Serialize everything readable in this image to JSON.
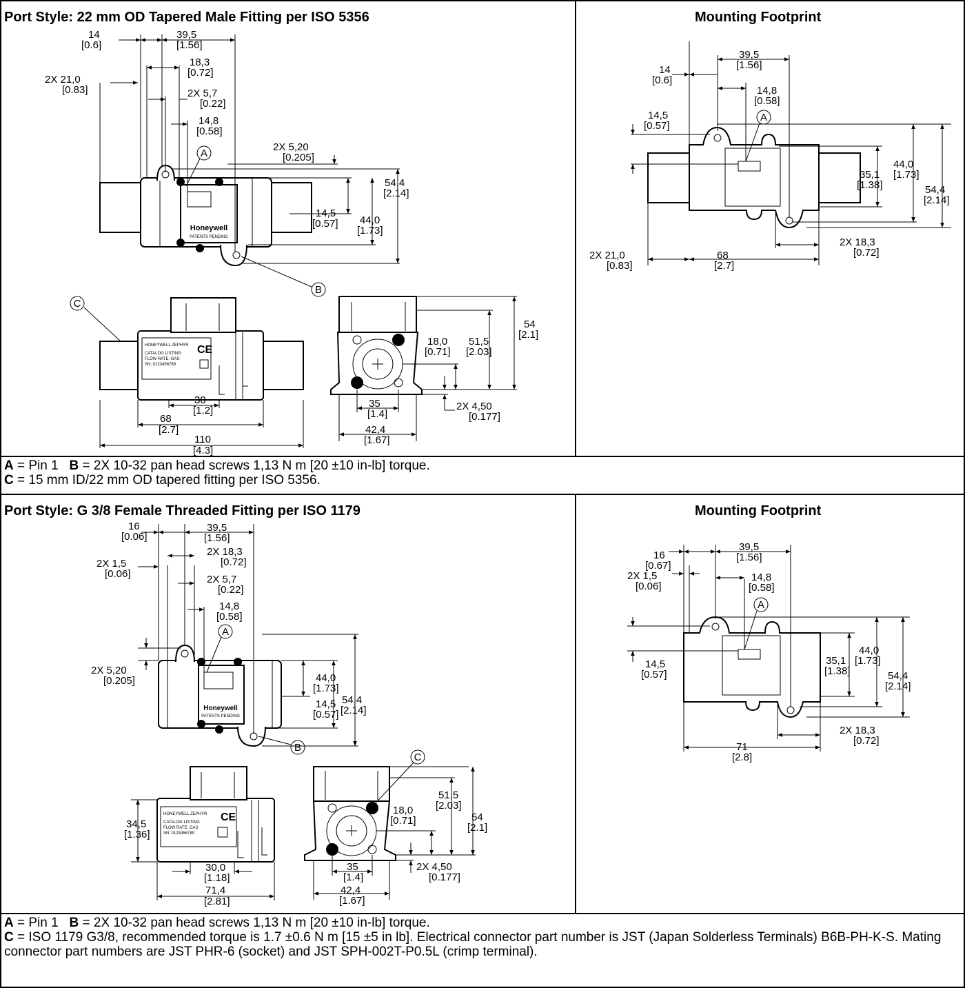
{
  "section1": {
    "title": "Port Style: 22 mm OD Tapered Male Fitting per ISO 5356",
    "footprint_title": "Mounting Footprint",
    "note_line1": {
      "a_key": "A",
      "a_text": " = Pin 1",
      "b_key": "B",
      "b_text": " = 2X 10-32 pan head screws 1,13 N m [20 ±10 in-lb] torque."
    },
    "note_line2": {
      "c_key": "C",
      "c_text": " = 15 mm ID/22 mm OD tapered fitting per ISO 5356."
    },
    "top_view": {
      "d1": "14",
      "d1b": "[0.6]",
      "d2": "39,5",
      "d2b": "[1.56]",
      "d3": "18,3",
      "d3b": "[0.72]",
      "d4": "2X 21,0",
      "d4b": "[0.83]",
      "d5": "2X 5,7",
      "d5b": "[0.22]",
      "d6": "14,8",
      "d6b": "[0.58]",
      "d7": "2X 5,20",
      "d7b": "[0.205]",
      "d8": "14,5",
      "d8b": "[0.57]",
      "d9": "44,0",
      "d9b": "[1.73]",
      "d10": "54,4",
      "d10b": "[2.14]",
      "callout_a": "A",
      "callout_b": "B",
      "brand": "Honeywell",
      "brand_sub": "PATENTS PENDING"
    },
    "side_view": {
      "callout_c": "C",
      "d1": "30",
      "d1b": "[1.2]",
      "d2": "68",
      "d2b": "[2.7]",
      "d3": "110",
      "d3b": "[4.3]",
      "label1": "HONEYWELL ZEPHYR",
      "label2": "CATALOG LISTING",
      "label3": "FLOW RATE: GAS",
      "label4": "SN: 0123456789",
      "ce": "CE"
    },
    "end_view": {
      "d1": "18,0",
      "d1b": "[0.71]",
      "d2": "51,5",
      "d2b": "[2.03]",
      "d3": "54",
      "d3b": "[2.1]",
      "d4": "35",
      "d4b": "[1.4]",
      "d5": "2X 4,50",
      "d5b": "[0.177]",
      "d6": "42,4",
      "d6b": "[1.67]"
    },
    "footprint": {
      "d1": "14",
      "d1b": "[0.6]",
      "d2": "39,5",
      "d2b": "[1.56]",
      "d3": "14,8",
      "d3b": "[0.58]",
      "d4": "14,5",
      "d4b": "[0.57]",
      "d5": "35,1",
      "d5b": "[1.38]",
      "d6": "44,0",
      "d6b": "[1.73]",
      "d7": "54,4",
      "d7b": "[2.14]",
      "d8": "2X 21,0",
      "d8b": "[0.83]",
      "d9": "68",
      "d9b": "[2.7]",
      "d10": "2X 18,3",
      "d10b": "[0.72]",
      "callout_a": "A"
    }
  },
  "section2": {
    "title": "Port Style: G 3/8 Female Threaded Fitting per ISO 1179",
    "footprint_title": "Mounting Footprint",
    "note_line1": {
      "a_key": "A",
      "a_text": " = Pin 1",
      "b_key": "B",
      "b_text": " = 2X 10-32 pan head screws 1,13 N m [20 ±10 in-lb] torque."
    },
    "note_line2": {
      "c_key": "C",
      "c_text": " = ISO 1179 G3/8, recommended torque is 1.7 ±0.6 N m [15 ±5 in lb]. Electrical connector part number is JST (Japan Solderless Terminals) B6B-PH-K-S. Mating connector part numbers are JST PHR-6 (socket) and JST SPH-002T-P0.5L (crimp terminal)."
    },
    "top_view": {
      "d1": "16",
      "d1b": "[0.06]",
      "d2": "39,5",
      "d2b": "[1.56]",
      "d3": "2X 18,3",
      "d3b": "[0.72]",
      "d4": "2X 1,5",
      "d4b": "[0.06]",
      "d5": "2X 5,7",
      "d5b": "[0.22]",
      "d6": "14,8",
      "d6b": "[0.58]",
      "d7": "2X 5,20",
      "d7b": "[0.205]",
      "d8": "14,5",
      "d8b": "[0.57]",
      "d9": "44,0",
      "d9b": "[1.73]",
      "d10": "54,4",
      "d10b": "[2.14]",
      "callout_a": "A",
      "callout_b": "B",
      "brand": "Honeywell",
      "brand_sub": "PATENTS PENDING"
    },
    "side_view": {
      "d1": "34,5",
      "d1b": "[1.36]",
      "d2": "30,0",
      "d2b": "[1.18]",
      "d3": "71,4",
      "d3b": "[2.81]",
      "label1": "HONEYWELL ZEPHYR",
      "label2": "CATALOG LISTING",
      "label3": "FLOW RATE: GAS",
      "label4": "SN: 0123456789",
      "ce": "CE"
    },
    "end_view": {
      "callout_c": "C",
      "d1": "18,0",
      "d1b": "[0.71]",
      "d2": "51,5",
      "d2b": "[2.03]",
      "d3": "54",
      "d3b": "[2.1]",
      "d4": "35",
      "d4b": "[1.4]",
      "d5": "2X 4,50",
      "d5b": "[0.177]",
      "d6": "42,4",
      "d6b": "[1.67]"
    },
    "footprint": {
      "d1": "16",
      "d1b": "[0.67]",
      "d2": "39,5",
      "d2b": "[1.56]",
      "d3": "2X 1,5",
      "d3b": "[0.06]",
      "d4": "14,8",
      "d4b": "[0.58]",
      "d5": "14,5",
      "d5b": "[0.57]",
      "d6": "35,1",
      "d6b": "[1.38]",
      "d7": "44,0",
      "d7b": "[1.73]",
      "d8": "54,4",
      "d8b": "[2.14]",
      "d9": "2X 18,3",
      "d9b": "[0.72]",
      "d10": "71",
      "d10b": "[2.8]",
      "callout_a": "A"
    }
  }
}
